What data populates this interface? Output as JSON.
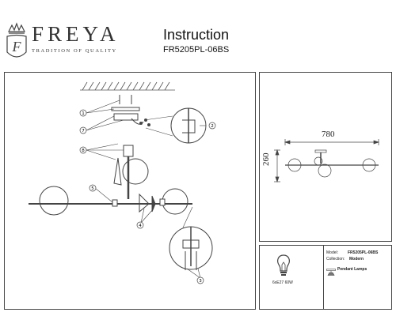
{
  "brand": {
    "name": "FREYA",
    "tagline": "TRADITION OF QUALITY",
    "logo_monogram": "F"
  },
  "header": {
    "title": "Instruction",
    "model": "FR5205PL-06BS"
  },
  "diagram": {
    "callouts": [
      "1",
      "7",
      "2",
      "8",
      "5",
      "4",
      "3"
    ]
  },
  "dimensions": {
    "width": "780",
    "height": "260"
  },
  "info": {
    "bulb_label": "6xE27 60W",
    "model_label": "Model:",
    "model_value": "FR5205PL-06BS",
    "collection_label": "Collection:",
    "collection_value": "Modern",
    "type_value": "Pendant Lamps"
  },
  "icons": [
    "crown-logo-icon",
    "bulb-icon",
    "pendant-lamp-icon"
  ],
  "colors": {
    "line": "#444444",
    "text": "#111111"
  }
}
